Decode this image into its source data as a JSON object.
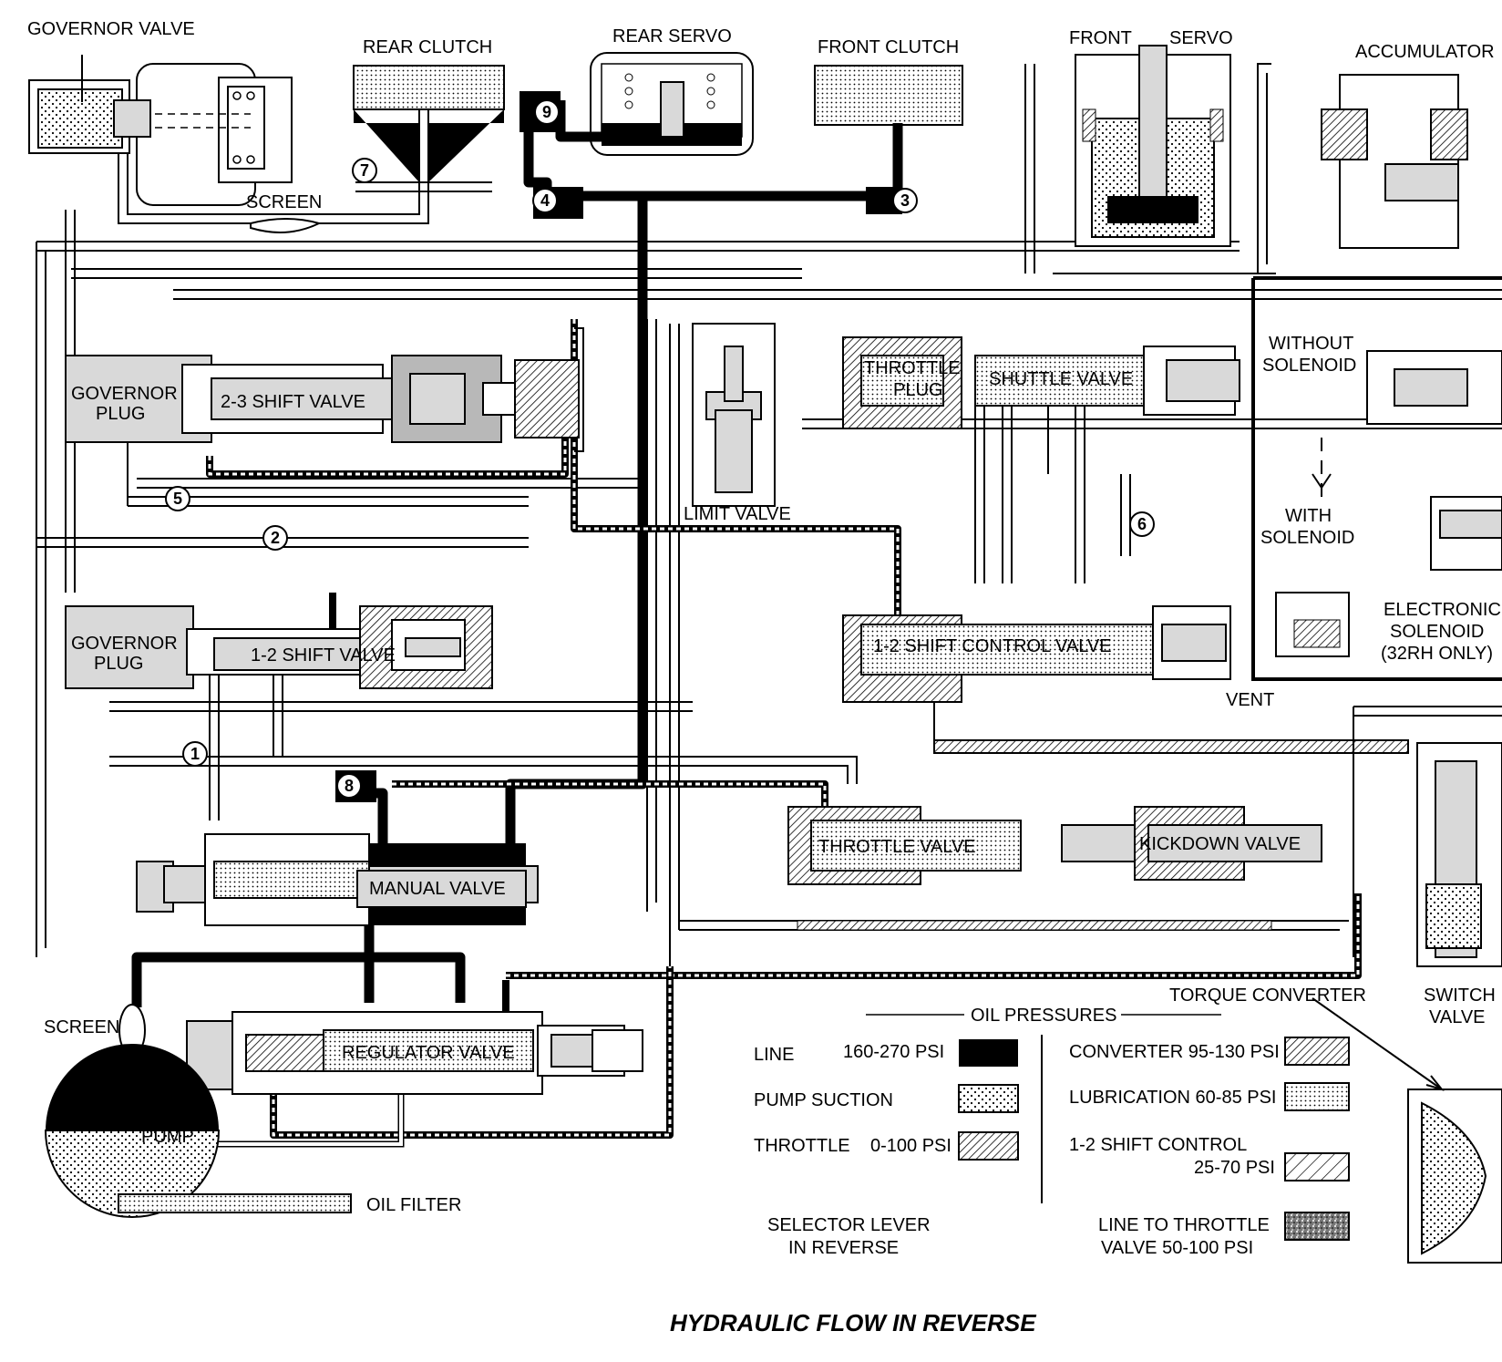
{
  "title": "HYDRAULIC FLOW IN REVERSE",
  "components": {
    "governor_valve": "GOVERNOR VALVE",
    "rear_clutch": "REAR CLUTCH",
    "rear_servo": "REAR SERVO",
    "front_clutch": "FRONT CLUTCH",
    "front_servo_a": "FRONT",
    "front_servo_b": "SERVO",
    "accumulator": "ACCUMULATOR",
    "screen_top": "SCREEN",
    "governor_plug_top_a": "GOVERNOR",
    "governor_plug_top_b": "PLUG",
    "shift_23": "2-3 SHIFT VALVE",
    "limit_valve": "LIMIT VALVE",
    "throttle_plug_a": "THROTTLE",
    "throttle_plug_b": "PLUG",
    "shuttle_valve": "SHUTTLE VALVE",
    "without_solenoid_a": "WITHOUT",
    "without_solenoid_b": "SOLENOID",
    "with_solenoid_a": "WITH",
    "with_solenoid_b": "SOLENOID",
    "electronic_solenoid_a": "ELECTRONIC",
    "electronic_solenoid_b": "SOLENOID",
    "electronic_solenoid_c": "(32RH ONLY)",
    "governor_plug_bottom_a": "GOVERNOR",
    "governor_plug_bottom_b": "PLUG",
    "shift_12": "1-2 SHIFT VALVE",
    "shift_control_12": "1-2 SHIFT CONTROL VALVE",
    "vent": "VENT",
    "throttle_valve": "THROTTLE VALVE",
    "kickdown_valve": "KICKDOWN VALVE",
    "manual_valve": "MANUAL VALVE",
    "switch_valve_a": "SWITCH",
    "switch_valve_b": "VALVE",
    "torque_converter": "TORQUE CONVERTER",
    "screen_bottom": "SCREEN",
    "pump": "PUMP",
    "regulator_valve": "REGULATOR VALVE",
    "oil_filter": "OIL FILTER"
  },
  "ball_checks": [
    "1",
    "2",
    "3",
    "4",
    "5",
    "6",
    "7",
    "8",
    "9"
  ],
  "legend": {
    "heading": "OIL PRESSURES",
    "line_label": "LINE",
    "line_value": "160-270 PSI",
    "pump_suction": "PUMP SUCTION",
    "throttle_label": "THROTTLE",
    "throttle_value": "0-100 PSI",
    "converter": "CONVERTER 95-130 PSI",
    "lubrication": "LUBRICATION 60-85 PSI",
    "shift_control_a": "1-2 SHIFT CONTROL",
    "shift_control_b": "25-70 PSI",
    "line_to_throttle_a": "LINE TO THROTTLE",
    "line_to_throttle_b": "VALVE 50-100 PSI"
  },
  "selector": {
    "line1": "SELECTOR LEVER",
    "line2": "IN REVERSE"
  },
  "colors": {
    "line_pressure": "#000000",
    "background": "#ffffff",
    "valve_fill": "#d9d9d9"
  }
}
